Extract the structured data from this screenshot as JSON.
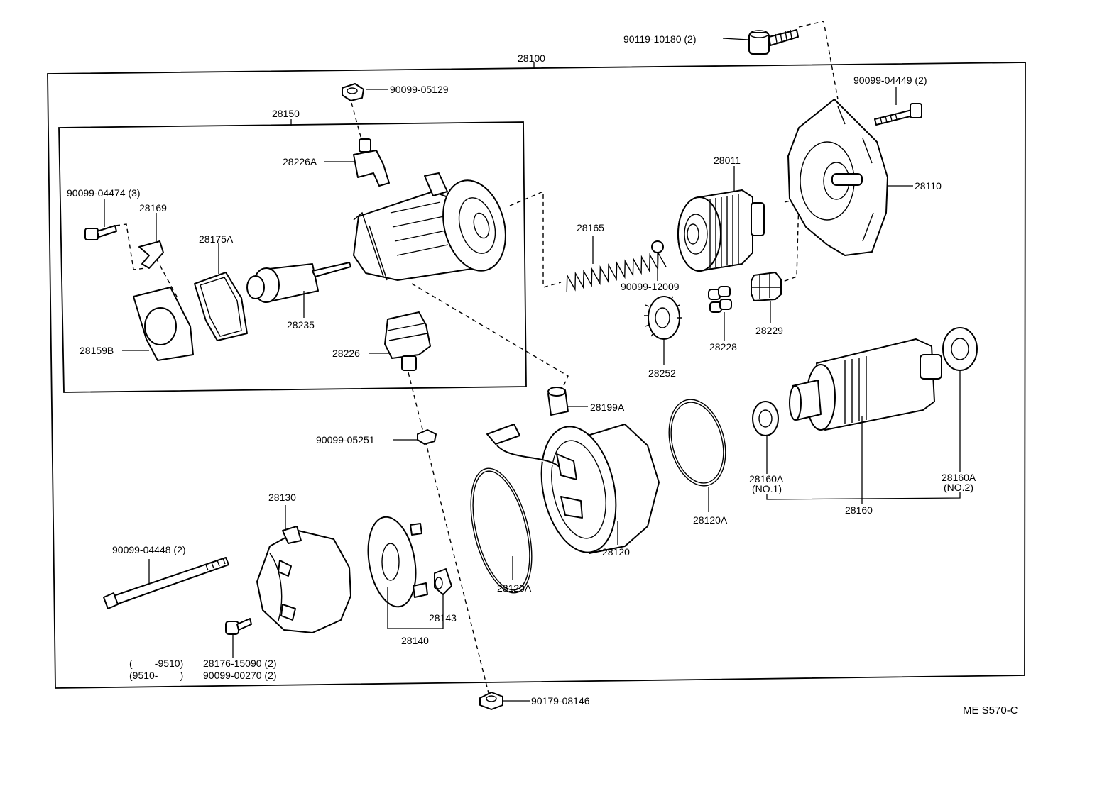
{
  "diagram": {
    "drawing_code": "ME S570-C",
    "assembly": {
      "starter_assembly": "28100",
      "magnetic_switch_assembly": "28150"
    },
    "callouts": {
      "p_90119_10180": "90119-10180 (2)",
      "p_90099_04449": "90099-04449 (2)",
      "p_90099_05129": "90099-05129",
      "p_28110": "28110",
      "p_28011": "28011",
      "p_28226A": "28226A",
      "p_90099_04474": "90099-04474 (3)",
      "p_28169": "28169",
      "p_28175A": "28175A",
      "p_28165": "28165",
      "p_90099_12009": "90099-12009",
      "p_28235": "28235",
      "p_28159B": "28159B",
      "p_28226": "28226",
      "p_28229": "28229",
      "p_28228": "28228",
      "p_28252": "28252",
      "p_28199A": "28199A",
      "p_90099_05251": "90099-05251",
      "p_28130": "28130",
      "p_90099_04448": "90099-04448 (2)",
      "p_28120A_left": "28120A",
      "p_28120": "28120",
      "p_28120A_right": "28120A",
      "p_28160A_no1": "28160A",
      "p_28160A_no1_note": "(NO.1)",
      "p_28160A_no2": "28160A",
      "p_28160A_no2_note": "(NO.2)",
      "p_28160": "28160",
      "p_28143": "28143",
      "p_28140": "28140",
      "p_90179_08146": "90179-08146"
    },
    "date_notes": {
      "line1_range": "(        -9510)",
      "line1_part": "28176-15090 (2)",
      "line2_range": "(9510-        )",
      "line2_part": "90099-00270 (2)"
    }
  }
}
